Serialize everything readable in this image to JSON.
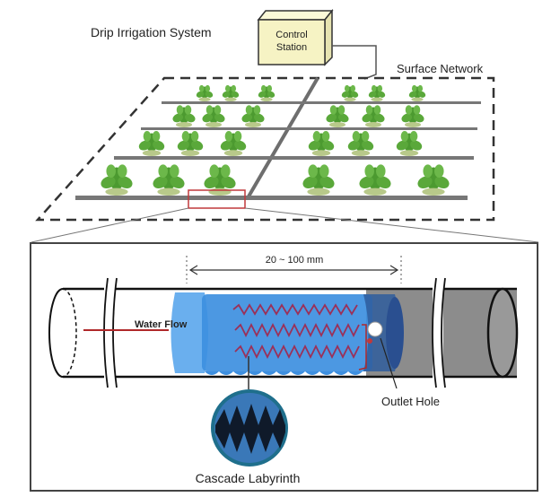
{
  "title": "Drip Irrigation System",
  "control_station": {
    "line1": "Control",
    "line2": "Station"
  },
  "surface_network_label": "Surface Network",
  "dimension_label": "20 ~ 100 mm",
  "water_flow_label": "Water Flow",
  "outlet_hole_label": "Outlet Hole",
  "cascade_labyrinth_label": "Cascade Labyrinth",
  "colors": {
    "plant_green": "#5aa83a",
    "pipe_gray": "#7a7a7a",
    "emitter_blue": "#3d8fe0",
    "flow_red": "#b0282a",
    "station_fill": "#f6f3c4",
    "highlight_box": "#c0393b"
  },
  "field": {
    "rows": 4,
    "plants_per_side": 3
  }
}
